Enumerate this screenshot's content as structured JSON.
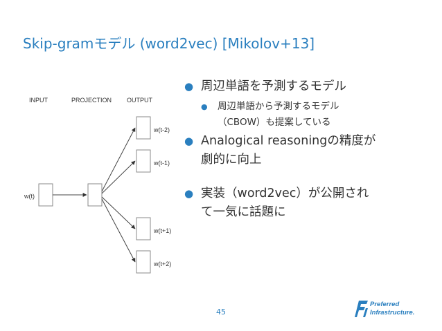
{
  "slide": {
    "title": "Skip-gramモデル (word2vec) [Mikolov+13]",
    "page_number": "45"
  },
  "diagram": {
    "column_headers": [
      "INPUT",
      "PROJECTION",
      "OUTPUT"
    ],
    "input_label": "w(t)",
    "output_labels": [
      "w(t-2)",
      "w(t-1)",
      "w(t+1)",
      "w(t+2)"
    ]
  },
  "bullets": {
    "item1": "周辺単語を予測するモデル",
    "item1_sub1": "周辺単語から予測するモデル",
    "item1_sub2": "（CBOW）も提案している",
    "item2_line1": "Analogical reasoningの精度が",
    "item2_line2": "劇的に向上",
    "item3_line1": "実装（word2vec）が公開され",
    "item3_line2": "て一気に話題に"
  },
  "logo": {
    "line1": "Preferred",
    "line2": "Infrastructure."
  },
  "colors": {
    "title": "#2a7fbf",
    "bullet": "#2a7fbf",
    "text": "#333333"
  }
}
